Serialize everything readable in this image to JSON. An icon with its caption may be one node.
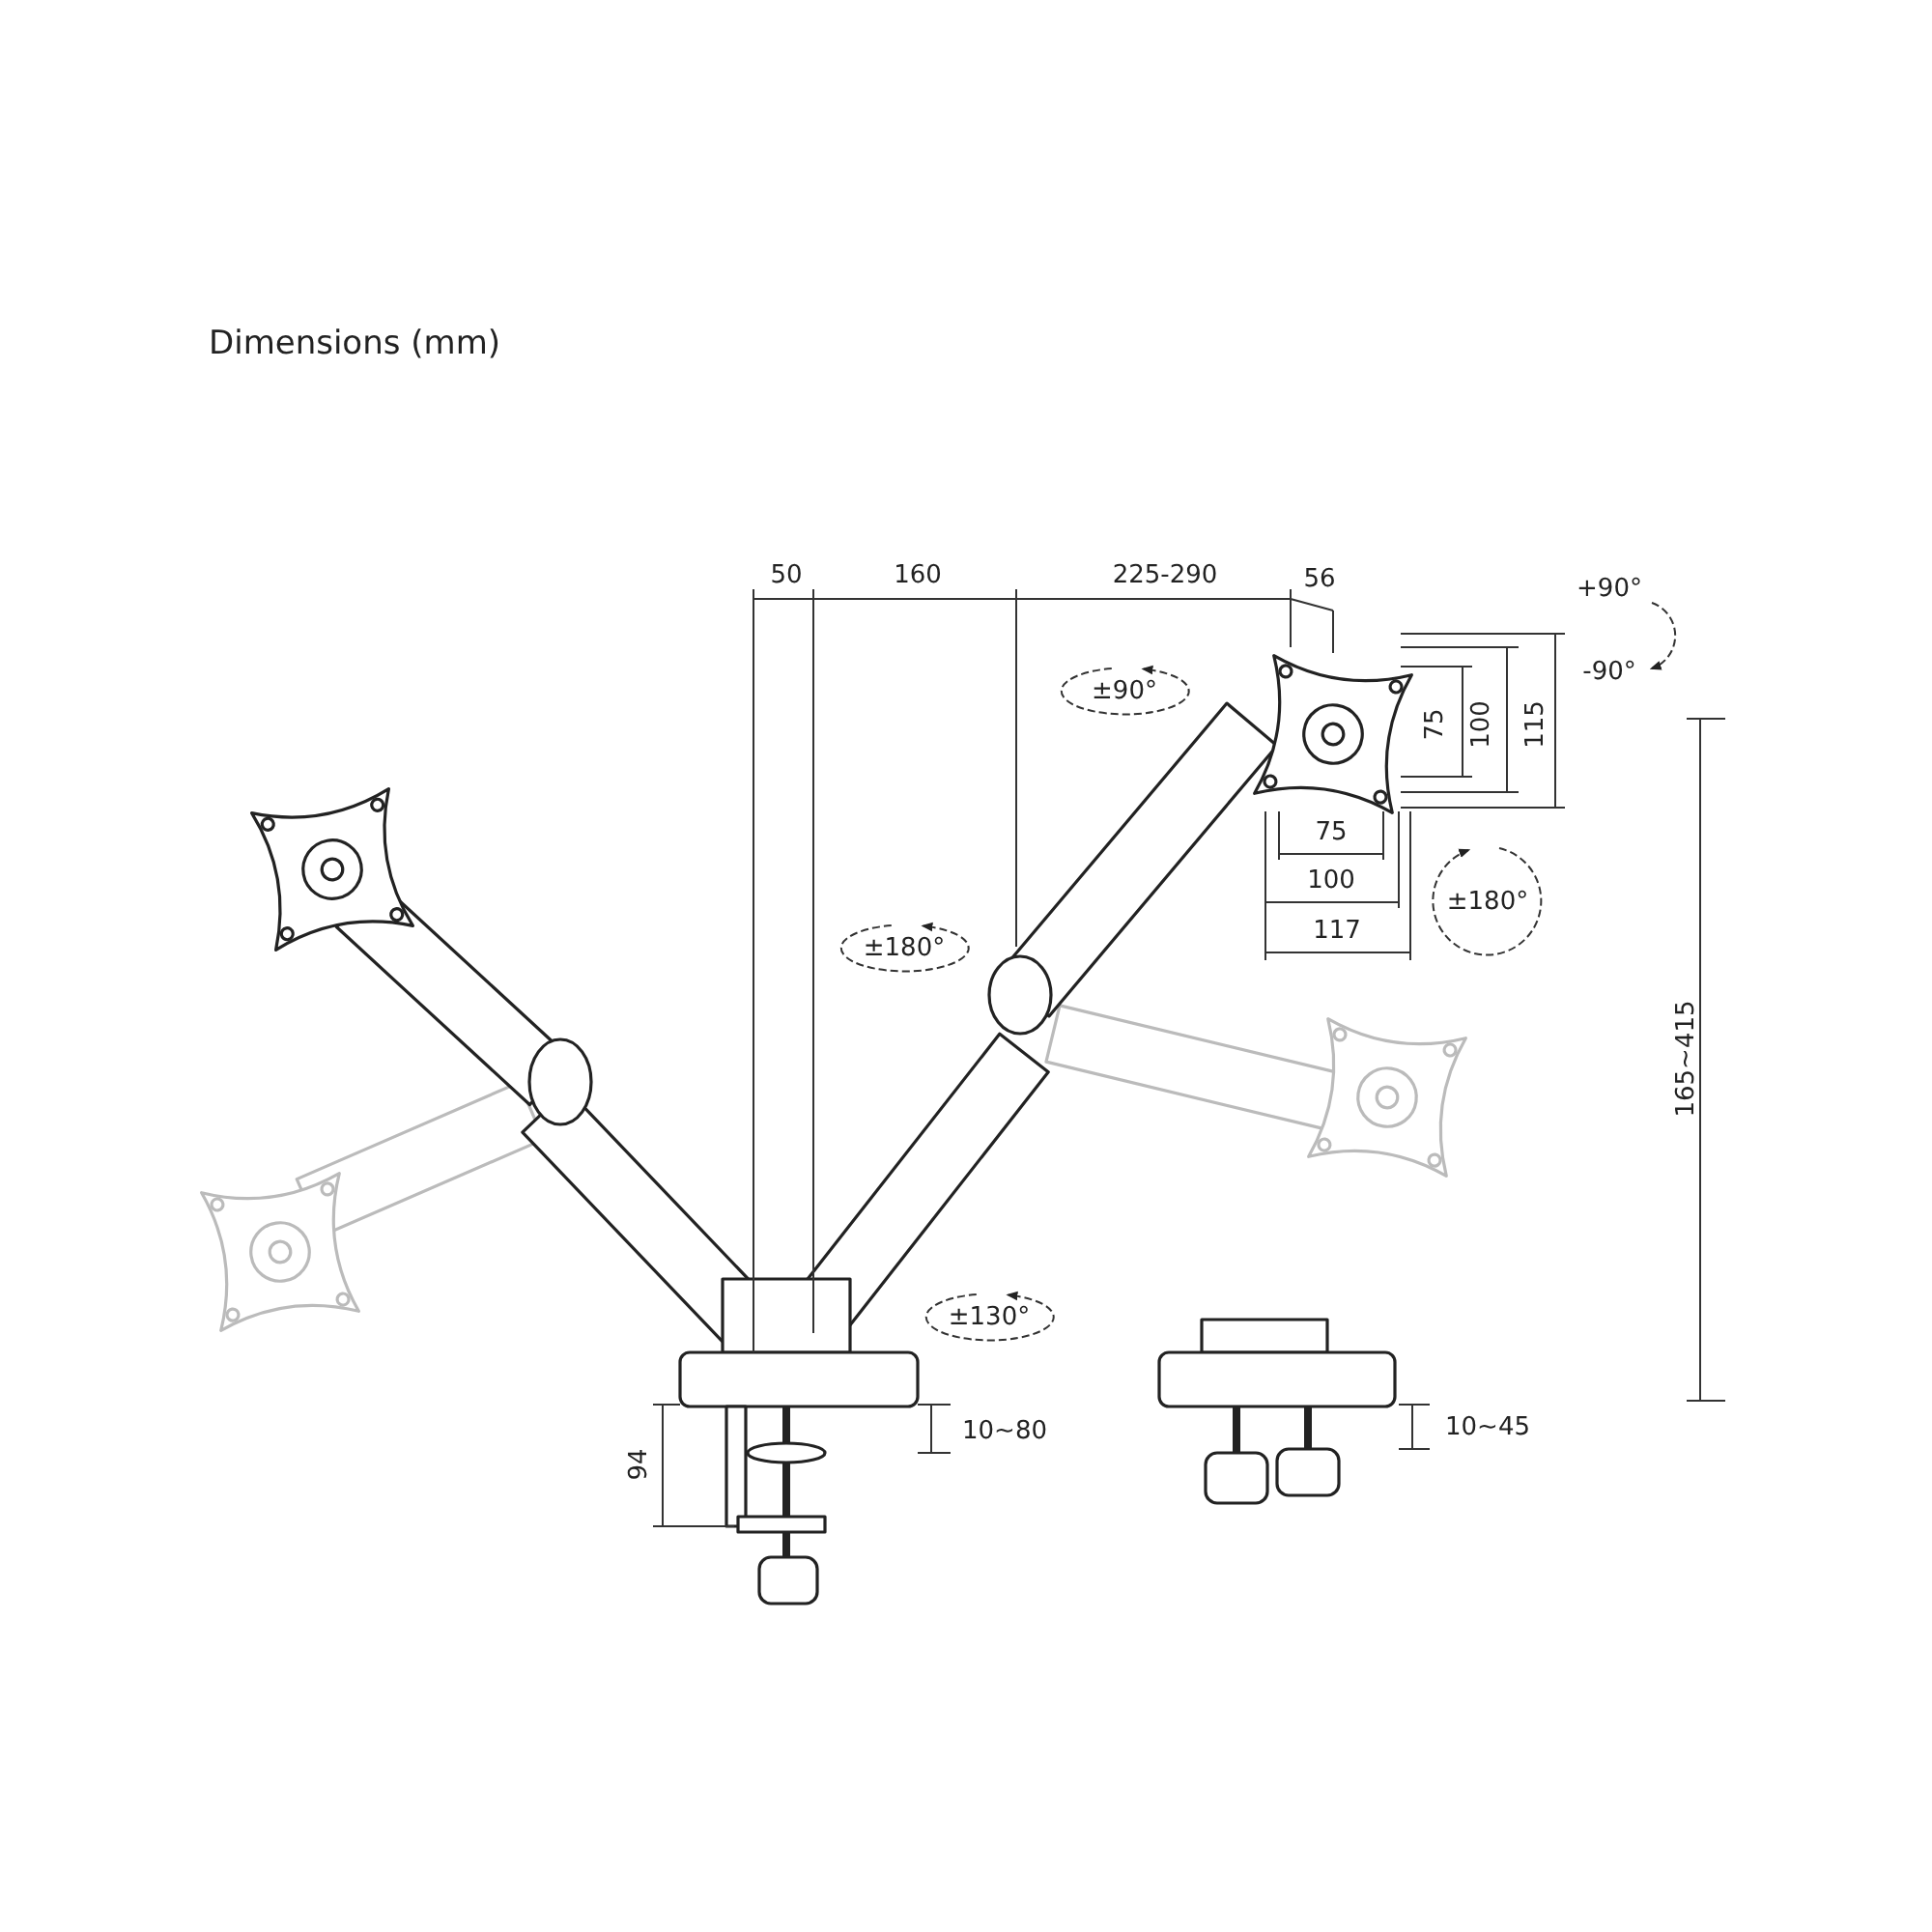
{
  "diagram": {
    "title": "Dimensions (mm)",
    "labels": [
      "50",
      "160",
      "225-290",
      "56",
      "+90°",
      "-90°",
      "±90°",
      "75",
      "100",
      "115",
      "75",
      "100",
      "117",
      "±180°",
      "±180°",
      "165~415",
      "±130°",
      "10~80",
      "94",
      "10~45"
    ]
  }
}
